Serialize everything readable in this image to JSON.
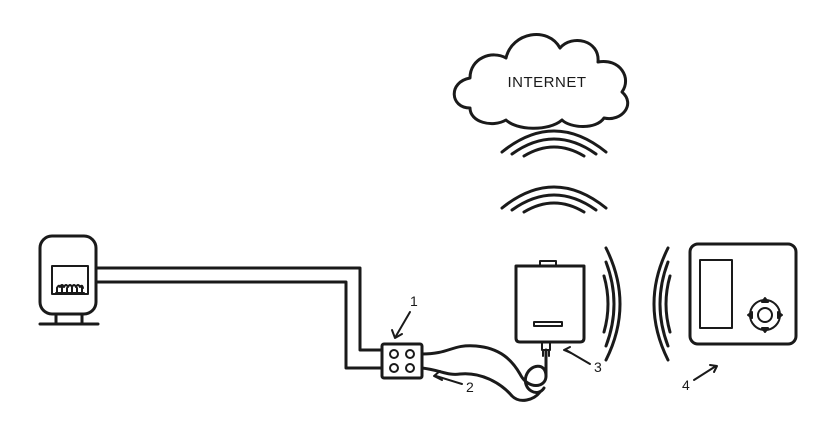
{
  "cloud": {
    "label": "INTERNET"
  },
  "callouts": [
    {
      "id": "1",
      "label": "1"
    },
    {
      "id": "2",
      "label": "2"
    },
    {
      "id": "3",
      "label": "3"
    },
    {
      "id": "4",
      "label": "4"
    }
  ],
  "icons": [
    "boiler-icon",
    "flame-icon",
    "junction-box-icon",
    "cable-icon",
    "gateway-icon",
    "thermostat-icon",
    "dpad-icon",
    "wireless-signal-icon",
    "cloud-icon"
  ],
  "colors": {
    "stroke": "#1a1a1a",
    "background": "#ffffff"
  }
}
